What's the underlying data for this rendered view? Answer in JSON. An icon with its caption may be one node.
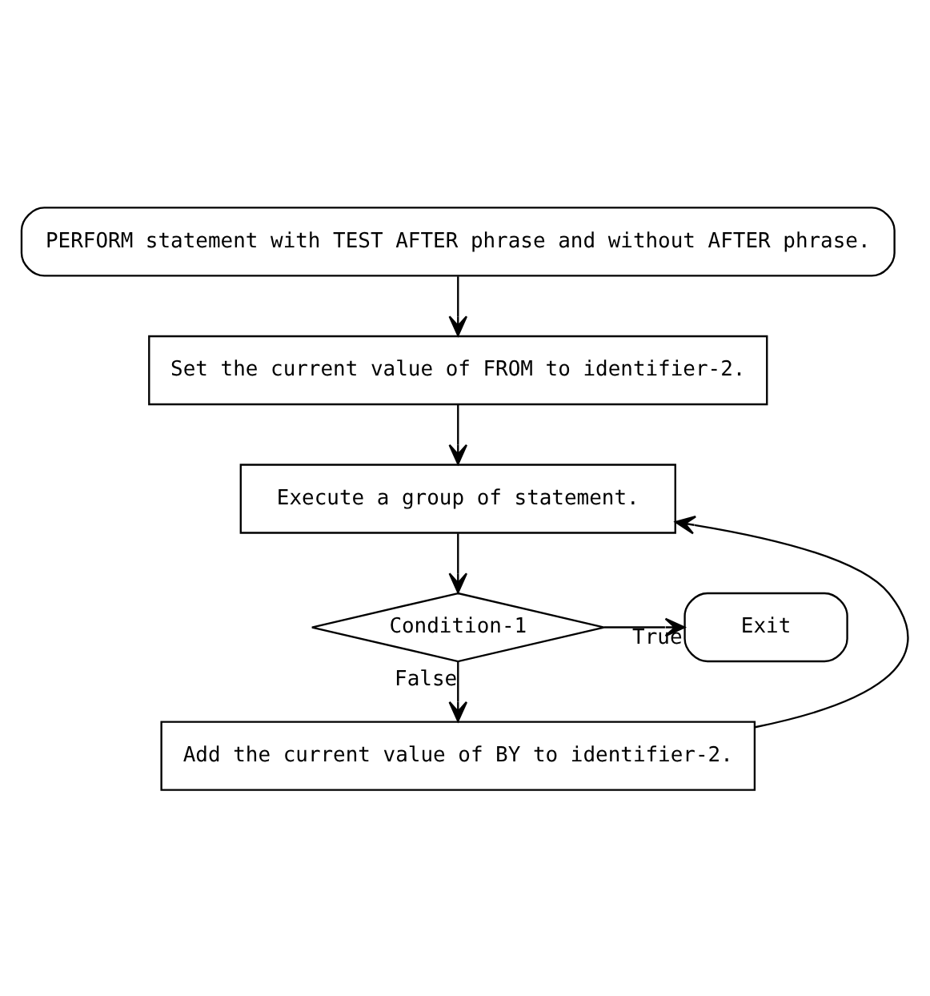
{
  "diagram": {
    "nodes": [
      {
        "text": [
          "PERFORM statement with TEST AFTER phrase and without AFTER phrase."
        ]
      },
      {
        "text": [
          "Set the current value of FROM to identifier-2."
        ]
      },
      {
        "text": [
          "Execute a group of statement."
        ]
      },
      {
        "text": [
          "Condition-1"
        ]
      },
      {
        "text": [
          "Exit"
        ]
      },
      {
        "text": [
          "Add the current value of BY to identifier-2."
        ]
      }
    ],
    "edges": [
      {
        "from": 0,
        "to": 1,
        "arrow": "to"
      },
      {
        "from": 1,
        "to": 2,
        "arrow": "to"
      },
      {
        "from": 2,
        "to": 3,
        "arrow": "to"
      },
      {
        "from": 3,
        "to": 4,
        "arrow": "to",
        "label": "True"
      },
      {
        "from": 3,
        "to": 5,
        "arrow": "to",
        "label": "False"
      },
      {
        "from": 5,
        "to": 2,
        "arrow": "to"
      }
    ]
  }
}
